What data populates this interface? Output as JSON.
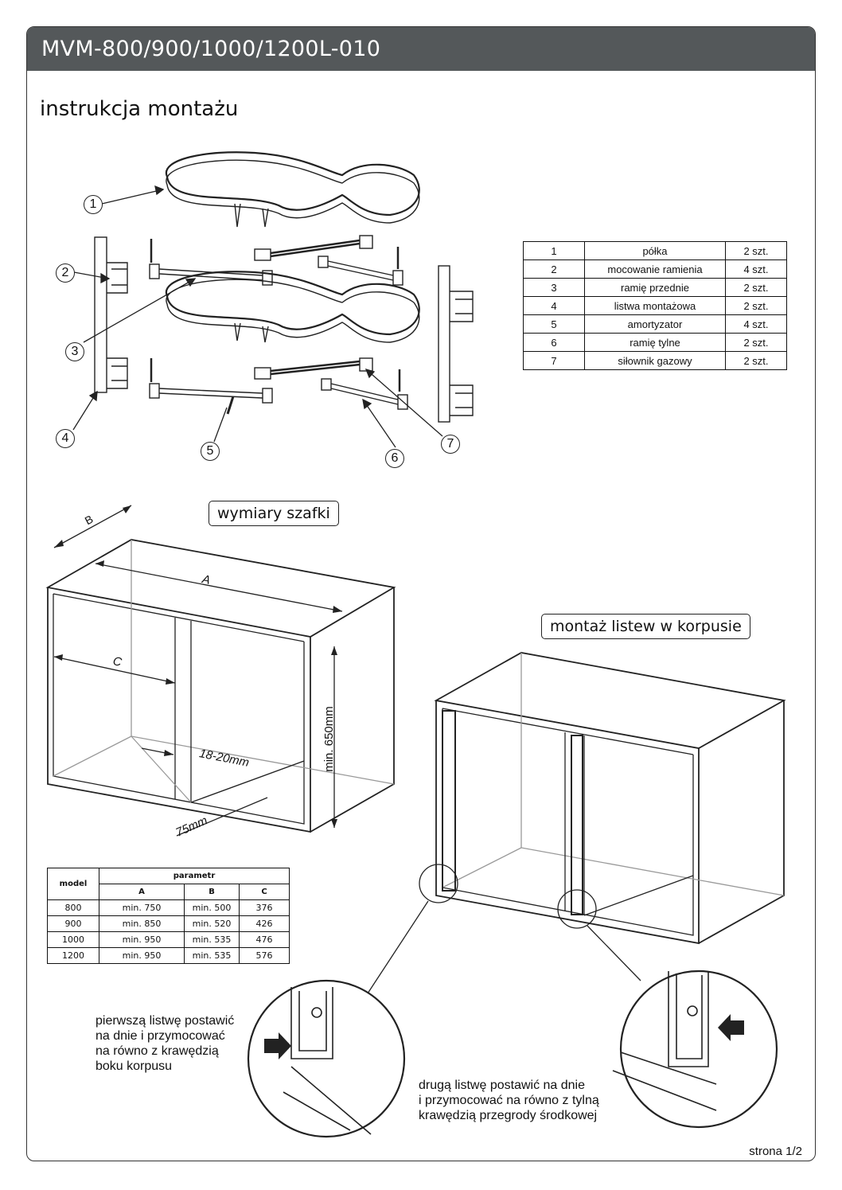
{
  "header": {
    "title": "MVM-800/900/1000/1200L-010"
  },
  "subtitle": "instrukcja montażu",
  "callouts": [
    "1",
    "2",
    "3",
    "4",
    "5",
    "6",
    "7"
  ],
  "parts_table": [
    {
      "no": "1",
      "name": "półka",
      "qty": "2 szt."
    },
    {
      "no": "2",
      "name": "mocowanie ramienia",
      "qty": "4 szt."
    },
    {
      "no": "3",
      "name": "ramię przednie",
      "qty": "2 szt."
    },
    {
      "no": "4",
      "name": "listwa montażowa",
      "qty": "2 szt."
    },
    {
      "no": "5",
      "name": "amortyzator",
      "qty": "4 szt."
    },
    {
      "no": "6",
      "name": "ramię tylne",
      "qty": "2 szt."
    },
    {
      "no": "7",
      "name": "siłownik gazowy",
      "qty": "2 szt."
    }
  ],
  "cabinet": {
    "label": "wymiary szafki",
    "dim_a": "A",
    "dim_b": "B",
    "dim_c": "C",
    "dim_height": "min. 650mm",
    "dim_gap": "18-20mm",
    "dim_depth": "75mm"
  },
  "params_table": {
    "model_header": "model",
    "param_header": "parametr",
    "cols": [
      "A",
      "B",
      "C"
    ],
    "rows": [
      {
        "model": "800",
        "a": "min. 750",
        "b": "min. 500",
        "c": "376"
      },
      {
        "model": "900",
        "a": "min. 850",
        "b": "min. 520",
        "c": "426"
      },
      {
        "model": "1000",
        "a": "min. 950",
        "b": "min. 535",
        "c": "476"
      },
      {
        "model": "1200",
        "a": "min. 950",
        "b": "min. 535",
        "c": "576"
      }
    ]
  },
  "mounting": {
    "label": "montaż listew w korpusie"
  },
  "notes": {
    "first": [
      "pierwszą listwę postawić",
      "na dnie i przymocować",
      "na równo z krawędzią",
      "boku korpusu"
    ],
    "second": [
      "drugą listwę postawić na dnie",
      "i przymocować na równo z tylną",
      "krawędzią przegrody środkowej"
    ]
  },
  "footer": {
    "page": "strona 1/2"
  },
  "colors": {
    "header_bg": "#54585a",
    "line": "#222222"
  }
}
